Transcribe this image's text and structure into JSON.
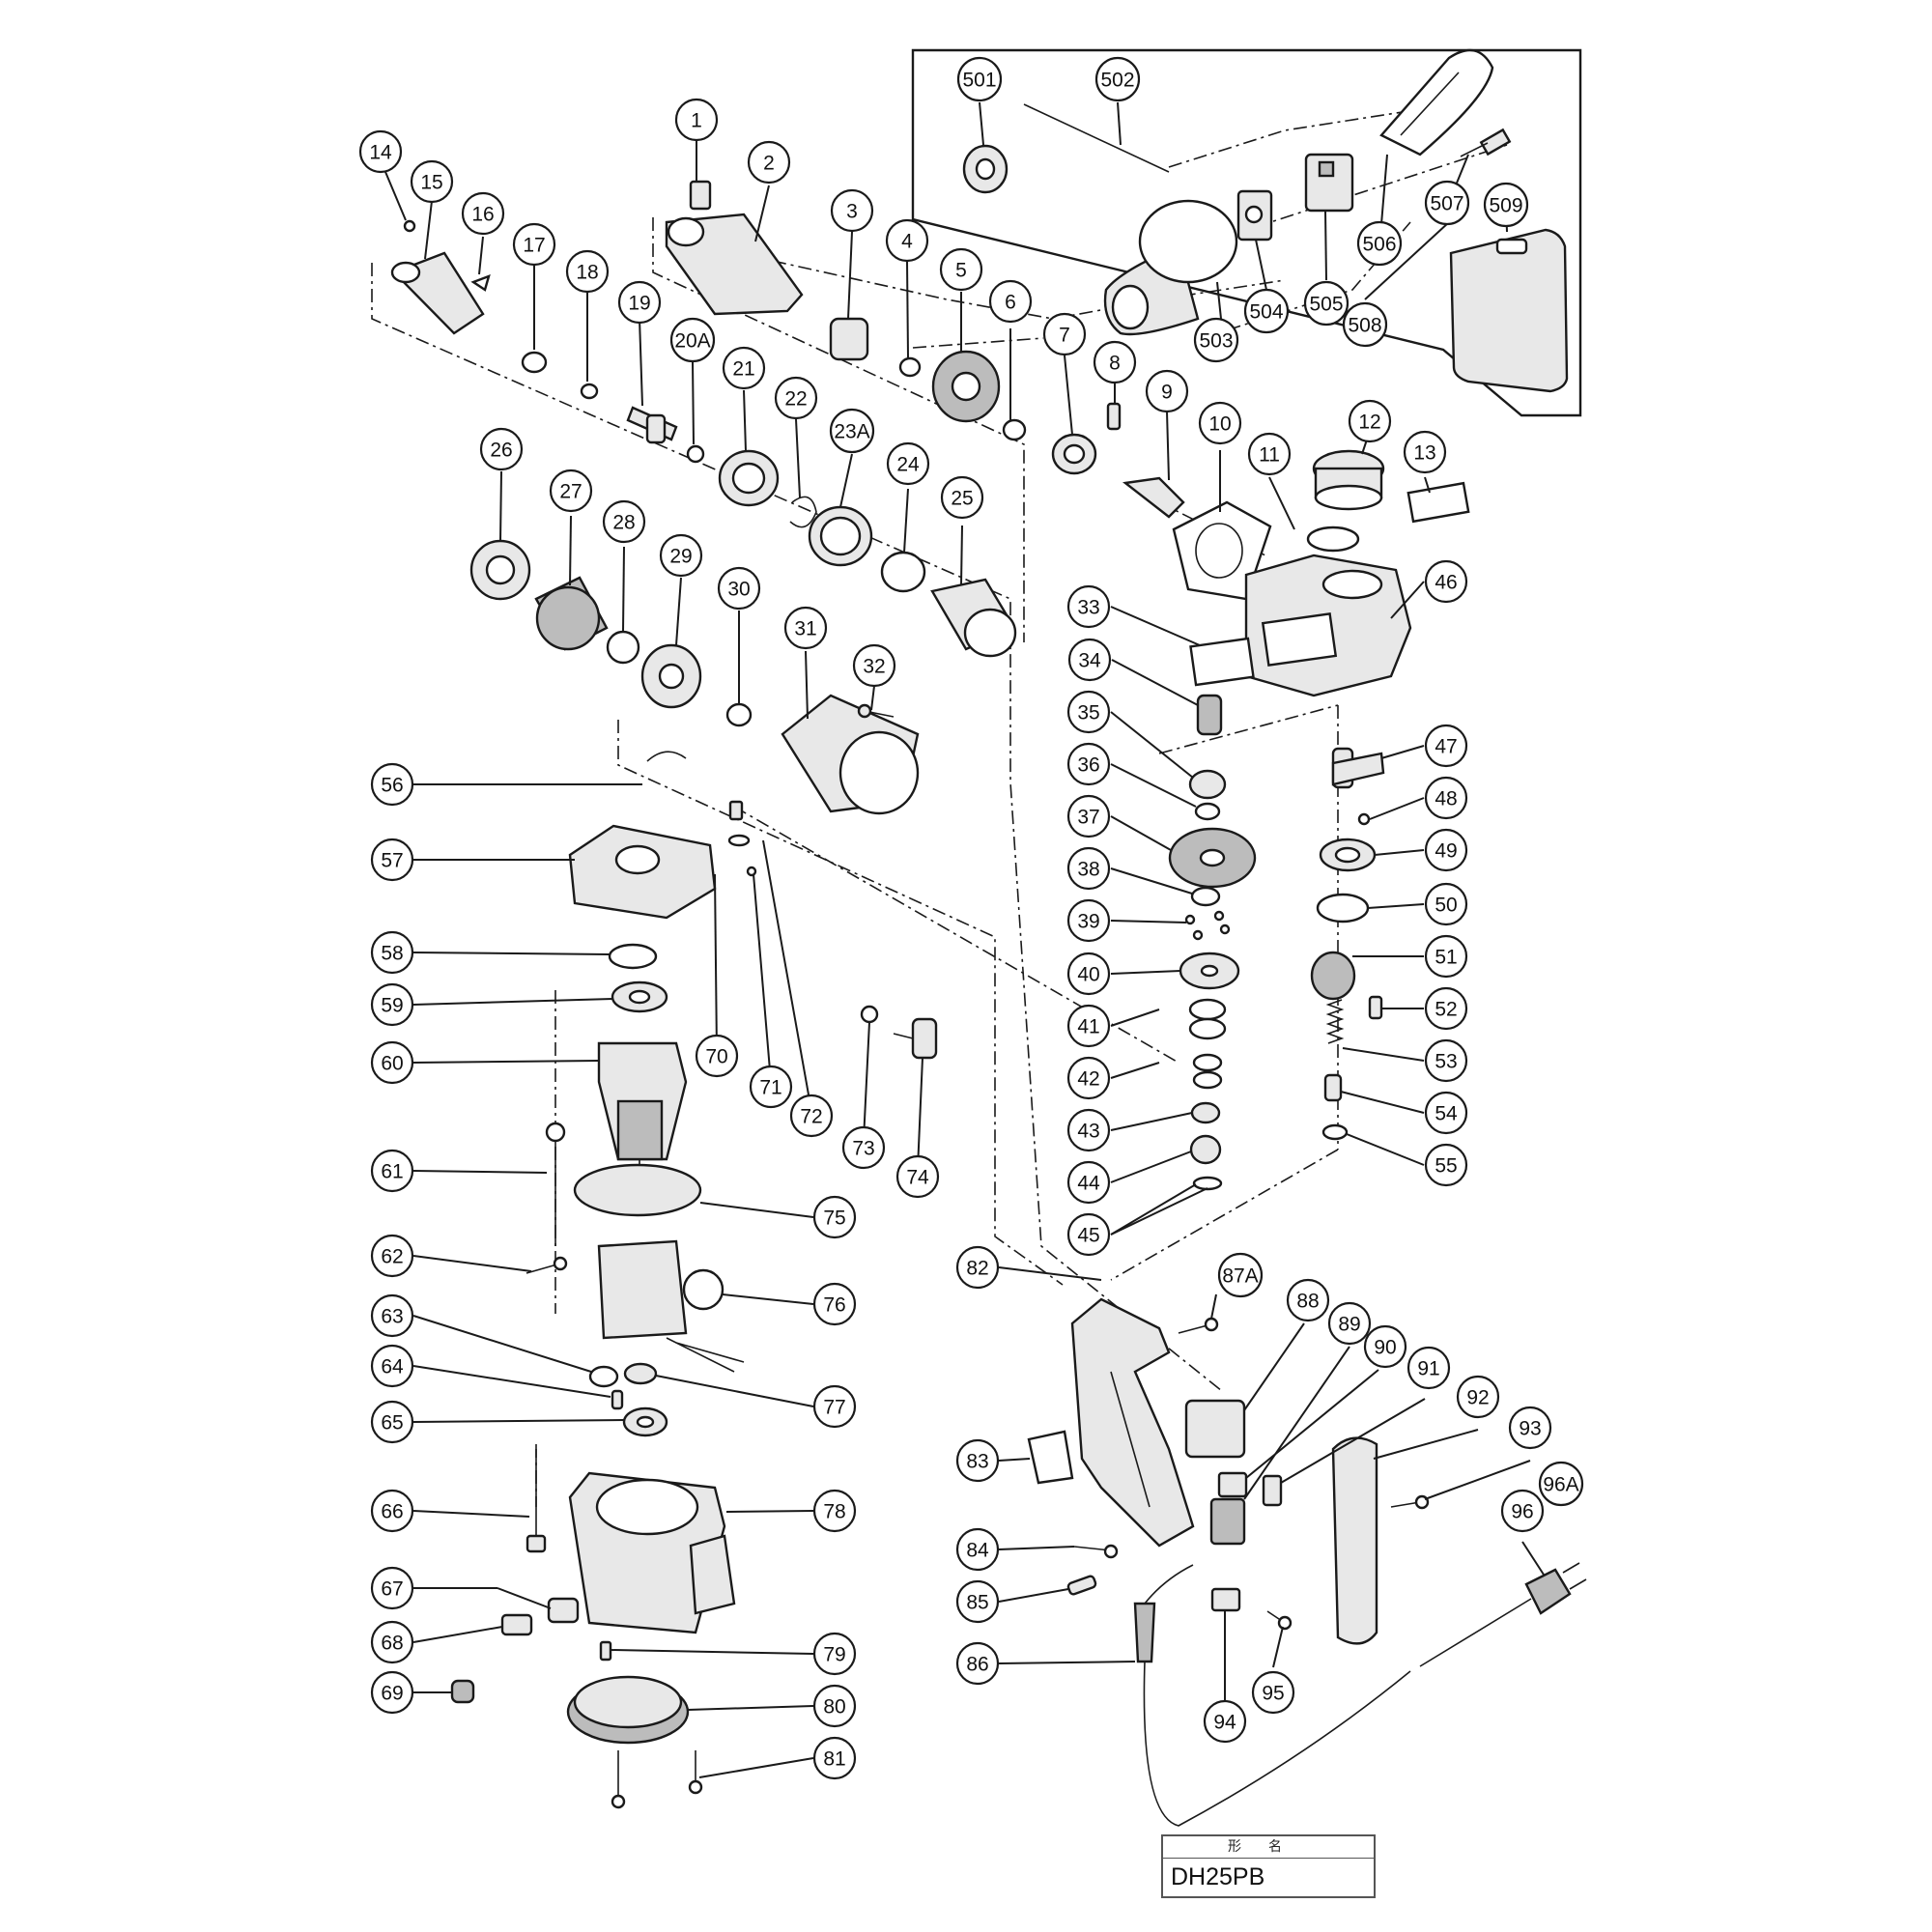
{
  "diagram": {
    "callouts": [
      {
        "id": "c1",
        "label": "1"
      },
      {
        "id": "c2",
        "label": "2"
      },
      {
        "id": "c3",
        "label": "3"
      },
      {
        "id": "c4",
        "label": "4"
      },
      {
        "id": "c5",
        "label": "5"
      },
      {
        "id": "c6",
        "label": "6"
      },
      {
        "id": "c7",
        "label": "7"
      },
      {
        "id": "c8",
        "label": "8"
      },
      {
        "id": "c9",
        "label": "9"
      },
      {
        "id": "c10",
        "label": "10"
      },
      {
        "id": "c11",
        "label": "11"
      },
      {
        "id": "c12",
        "label": "12"
      },
      {
        "id": "c13",
        "label": "13"
      },
      {
        "id": "c14",
        "label": "14"
      },
      {
        "id": "c15",
        "label": "15"
      },
      {
        "id": "c16",
        "label": "16"
      },
      {
        "id": "c17",
        "label": "17"
      },
      {
        "id": "c18",
        "label": "18"
      },
      {
        "id": "c19",
        "label": "19"
      },
      {
        "id": "c20A",
        "label": "20A"
      },
      {
        "id": "c21",
        "label": "21"
      },
      {
        "id": "c22",
        "label": "22"
      },
      {
        "id": "c23A",
        "label": "23A"
      },
      {
        "id": "c24",
        "label": "24"
      },
      {
        "id": "c25",
        "label": "25"
      },
      {
        "id": "c26",
        "label": "26"
      },
      {
        "id": "c27",
        "label": "27"
      },
      {
        "id": "c28",
        "label": "28"
      },
      {
        "id": "c29",
        "label": "29"
      },
      {
        "id": "c30",
        "label": "30"
      },
      {
        "id": "c31",
        "label": "31"
      },
      {
        "id": "c32",
        "label": "32"
      },
      {
        "id": "c33",
        "label": "33"
      },
      {
        "id": "c34",
        "label": "34"
      },
      {
        "id": "c35",
        "label": "35"
      },
      {
        "id": "c36",
        "label": "36"
      },
      {
        "id": "c37",
        "label": "37"
      },
      {
        "id": "c38",
        "label": "38"
      },
      {
        "id": "c39",
        "label": "39"
      },
      {
        "id": "c40",
        "label": "40"
      },
      {
        "id": "c41",
        "label": "41"
      },
      {
        "id": "c42",
        "label": "42"
      },
      {
        "id": "c43",
        "label": "43"
      },
      {
        "id": "c44",
        "label": "44"
      },
      {
        "id": "c45",
        "label": "45"
      },
      {
        "id": "c46",
        "label": "46"
      },
      {
        "id": "c47",
        "label": "47"
      },
      {
        "id": "c48",
        "label": "48"
      },
      {
        "id": "c49",
        "label": "49"
      },
      {
        "id": "c50",
        "label": "50"
      },
      {
        "id": "c51",
        "label": "51"
      },
      {
        "id": "c52",
        "label": "52"
      },
      {
        "id": "c53",
        "label": "53"
      },
      {
        "id": "c54",
        "label": "54"
      },
      {
        "id": "c55",
        "label": "55"
      },
      {
        "id": "c56",
        "label": "56"
      },
      {
        "id": "c57",
        "label": "57"
      },
      {
        "id": "c58",
        "label": "58"
      },
      {
        "id": "c59",
        "label": "59"
      },
      {
        "id": "c60",
        "label": "60"
      },
      {
        "id": "c61",
        "label": "61"
      },
      {
        "id": "c62",
        "label": "62"
      },
      {
        "id": "c63",
        "label": "63"
      },
      {
        "id": "c64",
        "label": "64"
      },
      {
        "id": "c65",
        "label": "65"
      },
      {
        "id": "c66",
        "label": "66"
      },
      {
        "id": "c67",
        "label": "67"
      },
      {
        "id": "c68",
        "label": "68"
      },
      {
        "id": "c69",
        "label": "69"
      },
      {
        "id": "c70",
        "label": "70"
      },
      {
        "id": "c71",
        "label": "71"
      },
      {
        "id": "c72",
        "label": "72"
      },
      {
        "id": "c73",
        "label": "73"
      },
      {
        "id": "c74",
        "label": "74"
      },
      {
        "id": "c75",
        "label": "75"
      },
      {
        "id": "c76",
        "label": "76"
      },
      {
        "id": "c77",
        "label": "77"
      },
      {
        "id": "c78",
        "label": "78"
      },
      {
        "id": "c79",
        "label": "79"
      },
      {
        "id": "c80",
        "label": "80"
      },
      {
        "id": "c81",
        "label": "81"
      },
      {
        "id": "c82",
        "label": "82"
      },
      {
        "id": "c83",
        "label": "83"
      },
      {
        "id": "c84",
        "label": "84"
      },
      {
        "id": "c85",
        "label": "85"
      },
      {
        "id": "c86",
        "label": "86"
      },
      {
        "id": "c87A",
        "label": "87A"
      },
      {
        "id": "c88",
        "label": "88"
      },
      {
        "id": "c89",
        "label": "89"
      },
      {
        "id": "c90",
        "label": "90"
      },
      {
        "id": "c91",
        "label": "91"
      },
      {
        "id": "c92",
        "label": "92"
      },
      {
        "id": "c93",
        "label": "93"
      },
      {
        "id": "c94",
        "label": "94"
      },
      {
        "id": "c95",
        "label": "95"
      },
      {
        "id": "c96",
        "label": "96"
      },
      {
        "id": "c96A",
        "label": "96A"
      },
      {
        "id": "c501",
        "label": "501"
      },
      {
        "id": "c502",
        "label": "502"
      },
      {
        "id": "c503",
        "label": "503"
      },
      {
        "id": "c504",
        "label": "504"
      },
      {
        "id": "c505",
        "label": "505"
      },
      {
        "id": "c506",
        "label": "506"
      },
      {
        "id": "c507",
        "label": "507"
      },
      {
        "id": "c508",
        "label": "508"
      },
      {
        "id": "c509",
        "label": "509"
      }
    ]
  },
  "title_block": {
    "header": "形名",
    "model": "DH25PB"
  }
}
